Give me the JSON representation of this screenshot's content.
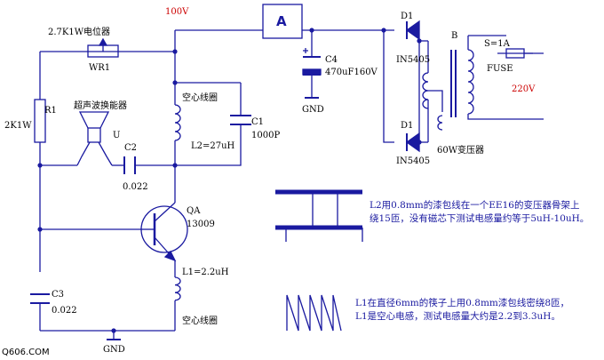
{
  "labels": {
    "v100": "100V",
    "pot": "2.7K1W电位器",
    "wr1": "WR1",
    "r1": "R1",
    "r1_val": "2K1W",
    "transducer": "超声波换能器",
    "u": "U",
    "c2": "C2",
    "c2_val": "0.022",
    "aircoil_top": "空心线圈",
    "c1": "C1",
    "c1_val": "1000P",
    "l2": "L2=27uH",
    "qa": "QA",
    "qa_model": "13009",
    "l1": "L1=2.2uH",
    "aircoil_bottom": "空心线圈",
    "c3": "C3",
    "c3_val": "0.022",
    "gnd_bottom": "GND",
    "meter": "A",
    "c4": "C4",
    "c4_val": "470uF160V",
    "gnd_mid": "GND",
    "d1_top": "D1",
    "d1_top_model": "IN5405",
    "d1_bottom": "D1",
    "d1_bottom_model": "IN5405",
    "transformer": "B",
    "transformer_desc": "60W变压器",
    "fuse_rating": "S=1A",
    "fuse": "FUSE",
    "mains": "220V"
  },
  "notes": {
    "l2_line1": "L2用0.8mm的漆包线在一个EE16的变压器骨架上",
    "l2_line2": "绕15匝，没有磁芯下测试电感量约等于5uH-10uH。",
    "l1_line1": "L1在直径6mm的筷子上用0.8mm漆包线密绕8匝，",
    "l1_line2": "L1是空心电感，测试电感量大约是2.2到3.3uH。"
  },
  "watermark": "Q606.COM",
  "colors": {
    "wire": "#1a1aa0",
    "text_red": "#cc0000",
    "text_blue": "#1a1aa0",
    "text_black": "#000000"
  }
}
